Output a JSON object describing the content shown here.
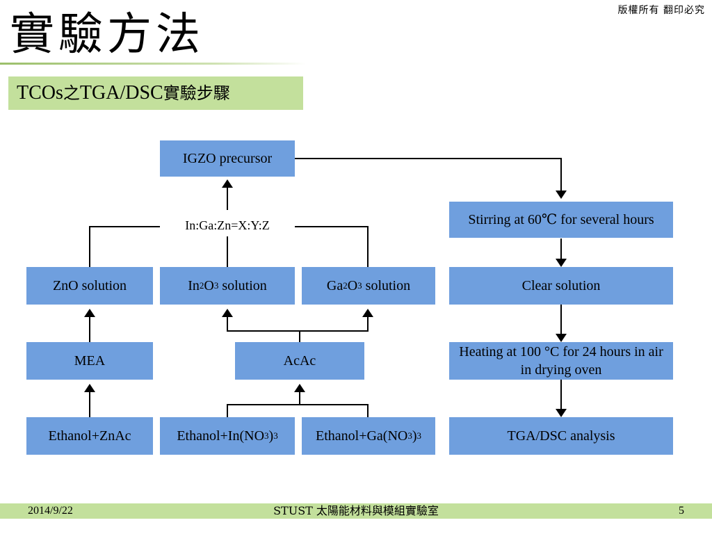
{
  "header": {
    "copyright": "版權所有 翻印必究",
    "title": "實驗方法",
    "subtitle_latin": "TCOs",
    "subtitle_cjk1": "之",
    "subtitle_latin2": "TGA/DSC",
    "subtitle_cjk2": "實驗步驟"
  },
  "diagram": {
    "igzo_precursor": "IGZO precursor",
    "ratio": "In:Ga:Zn=X:Y:Z",
    "zno_solution": "ZnO solution",
    "in2o3": {
      "a": "In",
      "sub1": "2",
      "b": "O",
      "sub2": "3",
      "c": " solution"
    },
    "ga2o3": {
      "a": "Ga",
      "sub1": "2",
      "b": "O",
      "sub2": "3",
      "c": " solution"
    },
    "mea": "MEA",
    "acac": "AcAc",
    "ethanol_znac": "Ethanol+ZnAc",
    "ethanol_in": {
      "a": "Ethanol+In(NO",
      "sub1": "3",
      "b": ")",
      "sub2": "3"
    },
    "ethanol_ga": {
      "a": "Ethanol+Ga(NO",
      "sub1": "3",
      "b": ")",
      "sub2": "3"
    },
    "stirring": "Stirring at 60℃ for several hours",
    "clear_solution": "Clear solution",
    "heating": "Heating at 100 °C for 24 hours in air in drying oven",
    "tga_dsc": "TGA/DSC analysis"
  },
  "footer": {
    "date": "2014/9/22",
    "center": "STUST 太陽能材料與模組實驗室",
    "page": "5"
  },
  "colors": {
    "box_fill": "#6f9fde",
    "accent_green": "#c3e09c"
  }
}
